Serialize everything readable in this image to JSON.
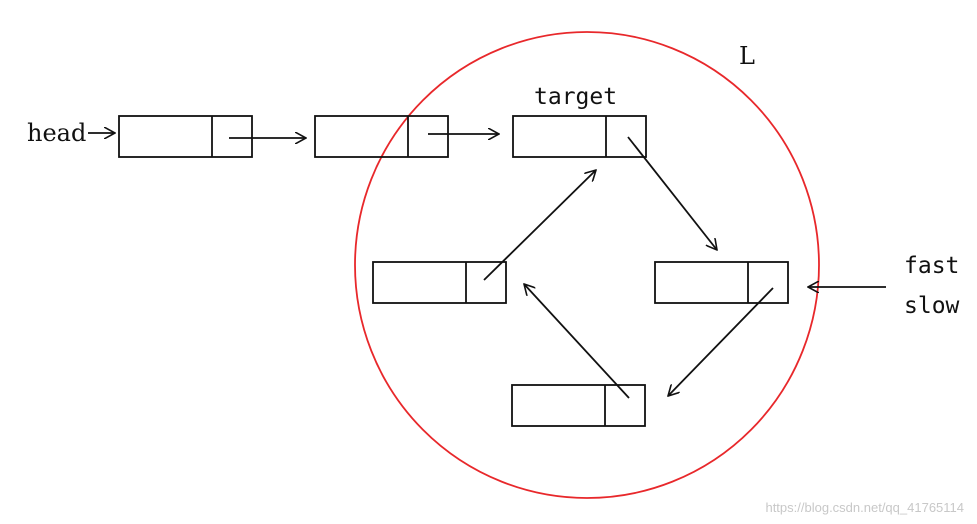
{
  "labels": {
    "loop_length": "L",
    "head": "head",
    "target": "target",
    "fast": "fast",
    "slow": "slow"
  },
  "watermark": "https://blog.csdn.net/qq_41765114",
  "colors": {
    "ring": "#e8282b",
    "stroke": "#111111",
    "watermark": "#c8c8c8"
  }
}
